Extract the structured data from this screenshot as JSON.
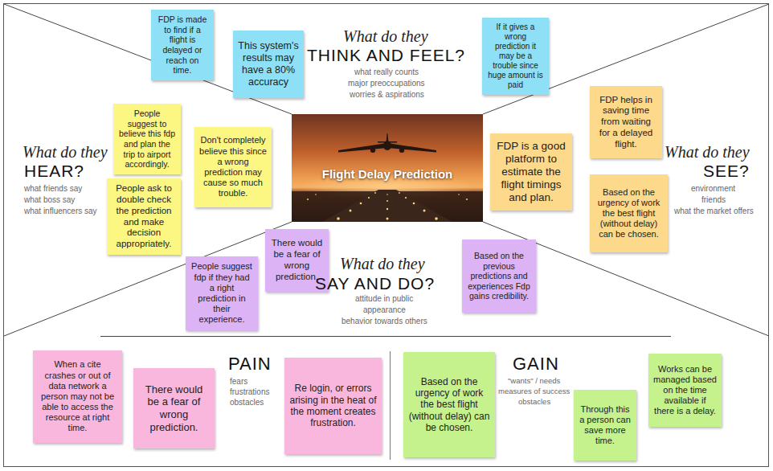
{
  "diagram": {
    "nodes": [
      {
        "text": [
          "FDP is made to find if a flight is delayed or reach on time."
        ]
      },
      {
        "text": [
          "This system's results may have a 80% accuracy"
        ]
      },
      {
        "text": [
          "If it gives a wrong prediction it may be a trouble since huge amount is paid"
        ]
      },
      {
        "text": [
          "People suggest to believe this fdp and plan the trip to airport accordingly."
        ]
      },
      {
        "text": [
          "Don't completely believe this since a wrong prediction may cause so much trouble."
        ]
      },
      {
        "text": [
          "People ask to double check the prediction and make decision appropriately."
        ]
      },
      {
        "text": [
          "Flight Delay Prediction"
        ]
      },
      {
        "text": [
          "FDP helps in saving time from waiting for a delayed flight."
        ]
      },
      {
        "text": [
          "FDP is a good platform to estimate the flight timings and plan."
        ]
      },
      {
        "text": [
          "Based on the urgency of work the best flight (without delay) can be chosen."
        ]
      },
      {
        "text": [
          "There would be a fear of wrong prediction."
        ]
      },
      {
        "text": [
          "People suggest fdp if they had a right prediction in their experience."
        ]
      },
      {
        "text": [
          "Based on the previous predictions and experiences Fdp gains credibility."
        ]
      },
      {
        "text": [
          "When a cite crashes or out of data network a person may not be able to access the resource at right time."
        ]
      },
      {
        "text": [
          "There would be a fear of wrong prediction."
        ]
      },
      {
        "text": [
          "Re login, or errors arising in the heat of the moment creates frustration."
        ]
      },
      {
        "text": [
          "Based on the urgency of work the best flight (without delay) can be chosen."
        ]
      },
      {
        "text": [
          "Through this a person can save more time."
        ]
      },
      {
        "text": [
          "Works can be managed based on the time available if there is a delay."
        ]
      }
    ],
    "labels": [
      "What do they",
      "THINK AND FEEL?",
      "what really counts",
      "major preoccupations",
      "worries & aspirations",
      "What do they",
      "HEAR?",
      "what friends say",
      "what boss say",
      "what influencers say",
      "What do they",
      "SEE?",
      "environment",
      "friends",
      "what the market offers",
      "What do they",
      "SAY AND DO?",
      "attitude in public",
      "appearance",
      "behavior towards others",
      "PAIN",
      "fears",
      "frustrations",
      "obstacles",
      "GAIN",
      "\"wants\" / needs",
      "measures of success",
      "obstacles"
    ]
  }
}
